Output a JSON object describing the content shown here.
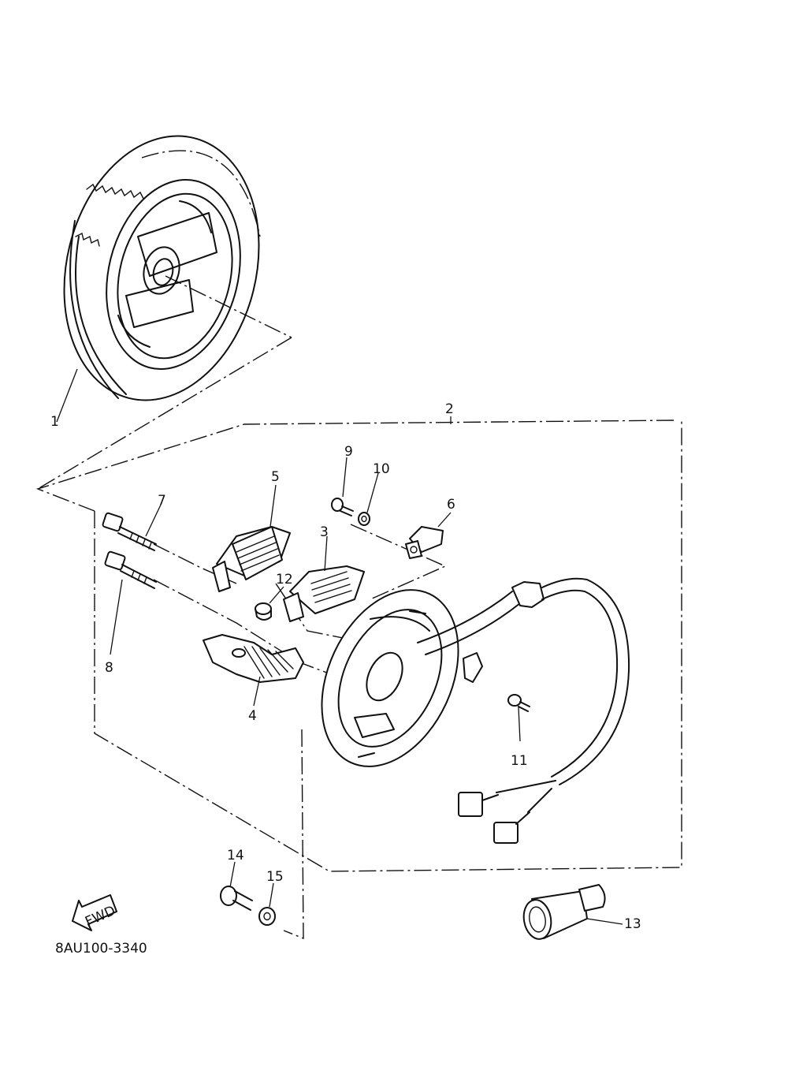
{
  "callouts": {
    "c1": "1",
    "c2": "2",
    "c3": "3",
    "c4": "4",
    "c5": "5",
    "c6": "6",
    "c7": "7",
    "c8": "8",
    "c9": "9",
    "c10": "10",
    "c11": "11",
    "c12": "12",
    "c13": "13",
    "c14": "14",
    "c15": "15"
  },
  "fwd_label": "FWD",
  "diagram_code": "8AU100-3340"
}
